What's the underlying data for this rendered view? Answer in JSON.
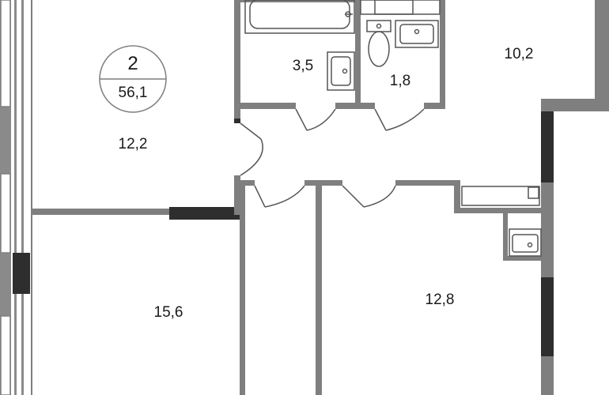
{
  "apartment": {
    "rooms_count": "2",
    "total_area": "56,1"
  },
  "rooms": {
    "room_top_left": "12,2",
    "bathroom": "3,5",
    "toilet": "1,8",
    "kitchen": "10,2",
    "room_bottom_left": "15,6",
    "room_bottom_right": "12,8"
  },
  "colors": {
    "wall": "#7f7f7f",
    "wall_dark": "#2e2e2e",
    "fixture_stroke": "#555555",
    "window_stroke": "#7f7f7f",
    "text": "#1a1a1a"
  }
}
